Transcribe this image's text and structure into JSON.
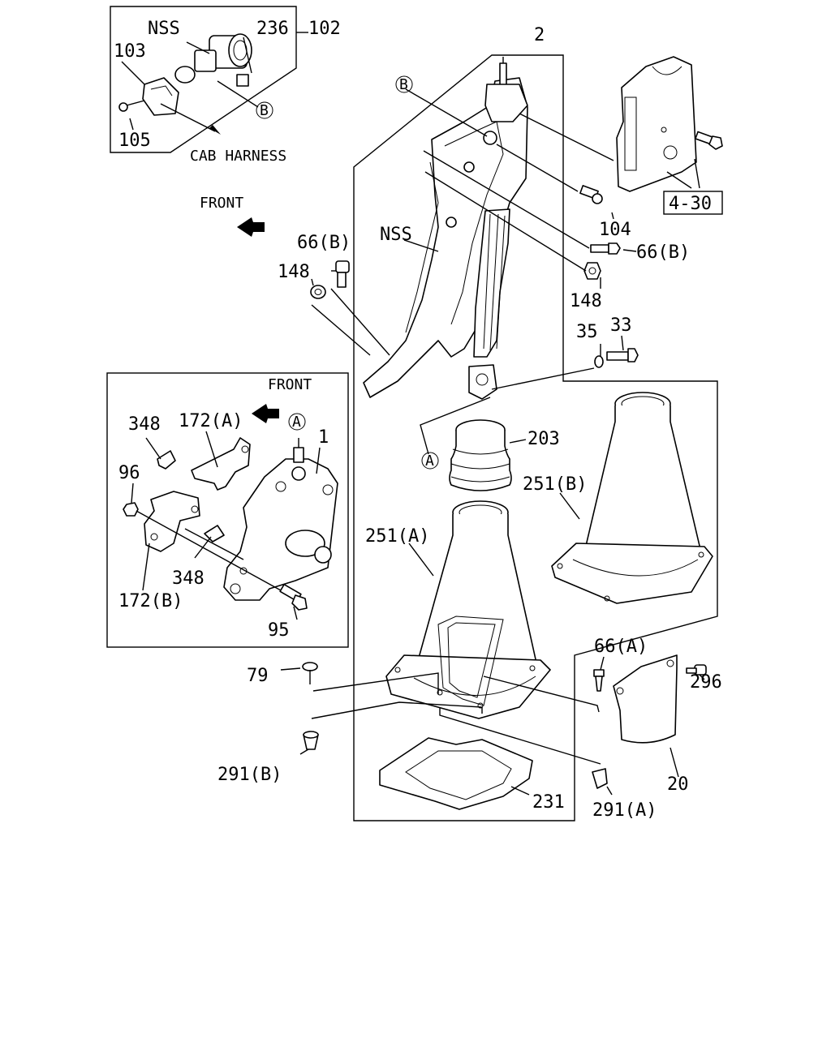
{
  "labels": {
    "l102": "102",
    "l236": "236",
    "lNSStop": "NSS",
    "l103": "103",
    "l105": "105",
    "lB1": "B",
    "cab": "CAB HARNESS",
    "front1": "FRONT",
    "l2": "2",
    "lB2": "B",
    "l104": "104",
    "l430": "4-30",
    "l66b1": "66(B)",
    "l66b2": "66(B)",
    "lNSS2": "NSS",
    "l148a": "148",
    "l148b": "148",
    "l35": "35",
    "l33": "33",
    "front2": "FRONT",
    "l348a": "348",
    "l172a": "172(A)",
    "lA1": "A",
    "l1": "1",
    "l96": "96",
    "l348b": "348",
    "l172b": "172(B)",
    "l95": "95",
    "lA2": "A",
    "l203": "203",
    "l251b": "251(B)",
    "l251a": "251(A)",
    "l79": "79",
    "l66a": "66(A)",
    "l296": "296",
    "l291b": "291(B)",
    "l231": "231",
    "l20": "20",
    "l291a": "291(A)"
  }
}
